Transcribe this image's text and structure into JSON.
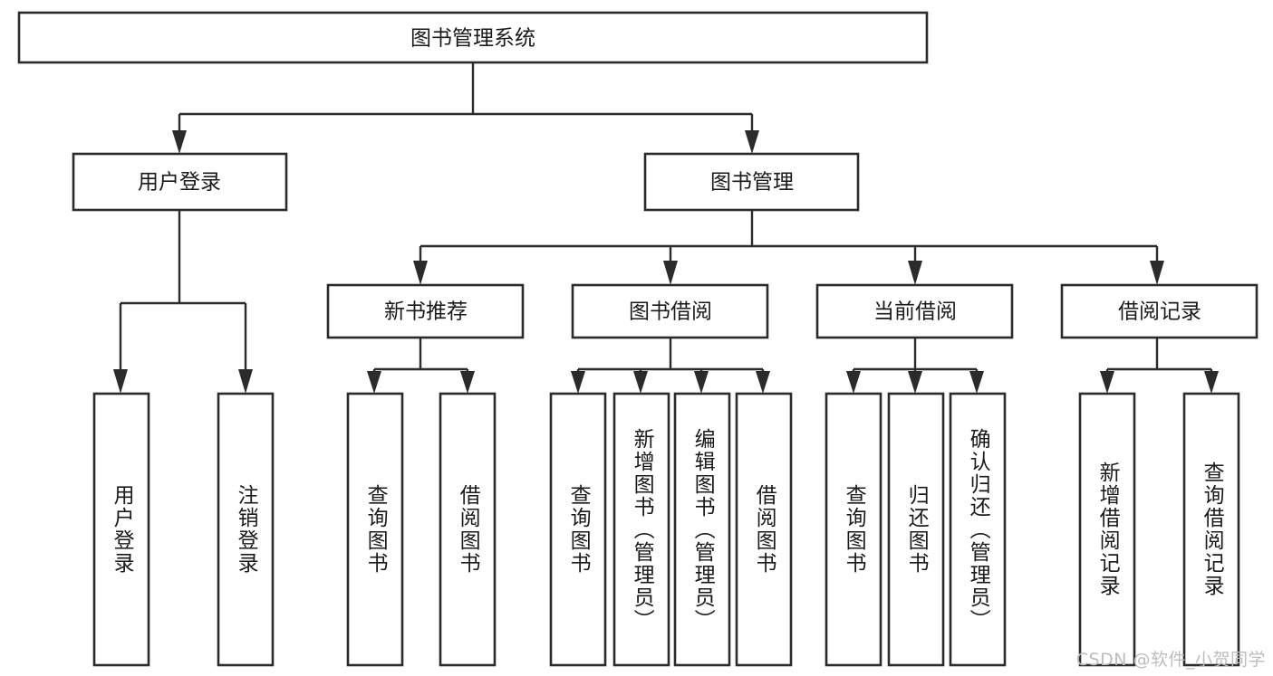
{
  "diagram": {
    "title": "图书管理系统",
    "type": "hierarchy-tree",
    "watermark": "CSDN @软件_小贺同学",
    "root": {
      "id": "root",
      "label": "图书管理系统",
      "orientation": "horizontal"
    },
    "level2": [
      {
        "id": "user-login",
        "label": "用户登录",
        "orientation": "horizontal"
      },
      {
        "id": "book-manage",
        "label": "图书管理",
        "orientation": "horizontal"
      }
    ],
    "level3": [
      {
        "id": "new-book-recommend",
        "label": "新书推荐",
        "parent": "book-manage",
        "orientation": "horizontal"
      },
      {
        "id": "book-borrow",
        "label": "图书借阅",
        "parent": "book-manage",
        "orientation": "horizontal"
      },
      {
        "id": "current-borrow",
        "label": "当前借阅",
        "parent": "book-manage",
        "orientation": "horizontal"
      },
      {
        "id": "borrow-record",
        "label": "借阅记录",
        "parent": "book-manage",
        "orientation": "horizontal"
      }
    ],
    "leaves": [
      {
        "id": "leaf-user-login",
        "label": "用户登录",
        "parent": "user-login",
        "orientation": "vertical"
      },
      {
        "id": "leaf-logout-login",
        "label": "注销登录",
        "parent": "user-login",
        "orientation": "vertical"
      },
      {
        "id": "leaf-query-book-1",
        "label": "查询图书",
        "parent": "new-book-recommend",
        "orientation": "vertical"
      },
      {
        "id": "leaf-borrow-book-1",
        "label": "借阅图书",
        "parent": "new-book-recommend",
        "orientation": "vertical"
      },
      {
        "id": "leaf-query-book-2",
        "label": "查询图书",
        "parent": "book-borrow",
        "orientation": "vertical"
      },
      {
        "id": "leaf-add-book",
        "label": "新增图书（管理员）",
        "parent": "book-borrow",
        "orientation": "vertical"
      },
      {
        "id": "leaf-edit-book",
        "label": "编辑图书（管理员）",
        "parent": "book-borrow",
        "orientation": "vertical"
      },
      {
        "id": "leaf-borrow-book-2",
        "label": "借阅图书",
        "parent": "book-borrow",
        "orientation": "vertical"
      },
      {
        "id": "leaf-query-book-3",
        "label": "查询图书",
        "parent": "current-borrow",
        "orientation": "vertical"
      },
      {
        "id": "leaf-return-book",
        "label": "归还图书",
        "parent": "current-borrow",
        "orientation": "vertical"
      },
      {
        "id": "leaf-confirm-return",
        "label": "确认归还（管理员）",
        "parent": "current-borrow",
        "orientation": "vertical"
      },
      {
        "id": "leaf-add-record",
        "label": "新增借阅记录",
        "parent": "borrow-record",
        "orientation": "vertical"
      },
      {
        "id": "leaf-query-record",
        "label": "查询借阅记录",
        "parent": "borrow-record",
        "orientation": "vertical"
      }
    ],
    "colors": {
      "box_fill": "#ffffff",
      "box_stroke": "#2b2b2b",
      "text": "#1a1a1a",
      "edge": "#2b2b2b",
      "watermark": "#bdbdbd",
      "background": "#ffffff"
    }
  }
}
